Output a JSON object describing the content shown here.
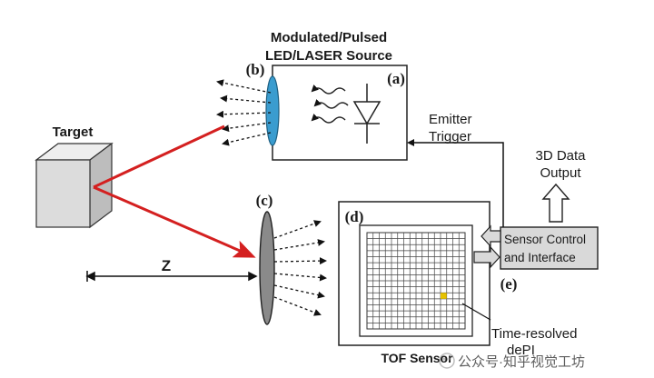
{
  "labels": {
    "source_title_line1": "Modulated/Pulsed",
    "source_title_line2": "LED/LASER Source",
    "letter_a": "(a)",
    "letter_b": "(b)",
    "letter_c": "(c)",
    "letter_d": "(d)",
    "letter_e": "(e)",
    "target": "Target",
    "z": "Z",
    "emitter_line1": "Emitter",
    "emitter_line2": "Trigger",
    "output_line1": "3D Data",
    "output_line2": "Output",
    "sensor_control_line1": "Sensor Control",
    "sensor_control_line2": "and Interface",
    "time_resolved_line1": "Time-resolved",
    "time_resolved_line2": "dePI",
    "tof_sensor": "TOF Sensor",
    "watermark": "公众号·知乎视觉工坊"
  },
  "colors": {
    "laser_ray": "#d42020",
    "lens_emit": "#3a9ccf",
    "lens_receive": "#8a8a8a",
    "box_fill": "#d9d9d9",
    "pixel_highlight": "#e6c200"
  },
  "sensor_grid": {
    "rows": 16,
    "cols": 16,
    "highlight_row": 10,
    "highlight_col": 12
  }
}
